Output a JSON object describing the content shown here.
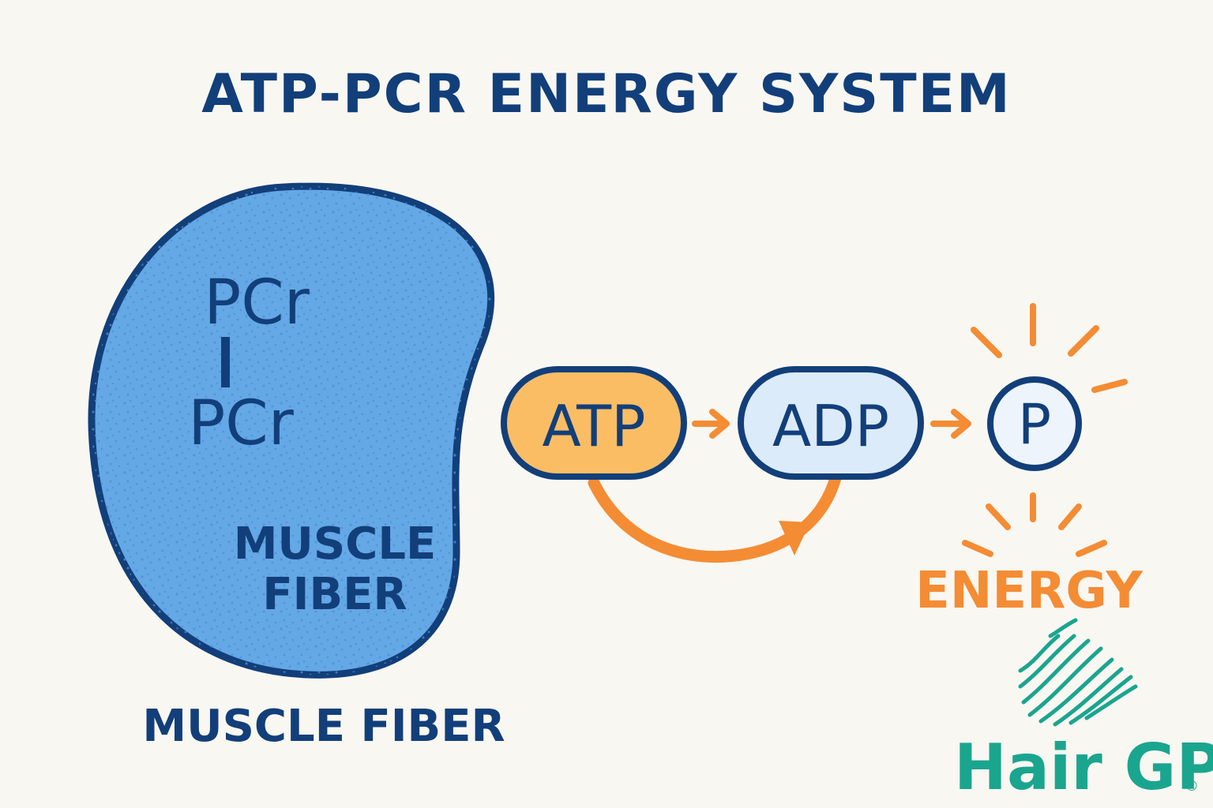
{
  "title": "ATP-PCR ENERGY SYSTEM",
  "fiber": {
    "pcr_top": "PCr",
    "pcr_bottom": "PCr",
    "label_line1": "MUSCLE",
    "label_line2": "FIBER"
  },
  "caption": "MUSCLE FIBER",
  "flow": {
    "atp": "ATP",
    "adp": "ADP",
    "p": "P",
    "energy": "ENERGY"
  },
  "logo": {
    "text": "Hair GP",
    "mark": "®"
  },
  "colors": {
    "navy": "#123f7a",
    "fiber_fill": "#64a8e6",
    "dots": "#4f8fd3",
    "orange": "#f48c34",
    "atp_fill": "#fbbd64",
    "adp_fill": "#dcebf9",
    "p_fill": "#eef4fb",
    "teal": "#1aa58f",
    "background": "#f9f7f1"
  }
}
